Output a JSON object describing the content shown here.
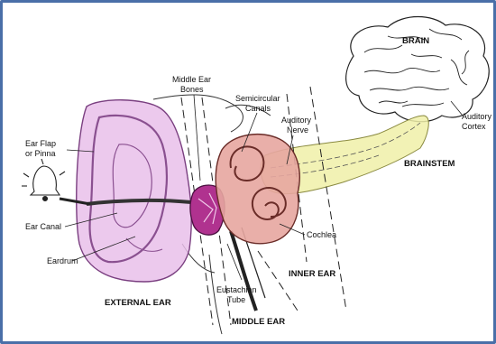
{
  "labels": {
    "brain": "BRAIN",
    "auditory_cortex": [
      "Auditory",
      "Cortex"
    ],
    "brainstem": "BRAINSTEM",
    "middle_ear_bones": [
      "Middle Ear",
      "Bones"
    ],
    "semicircular_canals": [
      "Semicircular",
      "Canals"
    ],
    "auditory_nerve": [
      "Auditory",
      "Nerve"
    ],
    "ear_flap": [
      "Ear Flap",
      "or Pinna"
    ],
    "ear_canal": "Ear Canal",
    "eardrum": "Eardrum",
    "cochlea": "Cochlea",
    "inner_ear": "INNER EAR",
    "external_ear": "EXTERNAL EAR",
    "eustachian_tube": [
      "Eustachian",
      "Tube"
    ],
    "middle_ear": "MIDDLE EAR"
  },
  "colors": {
    "frame": "#4a6fa8",
    "external_ear": "#e9bfea",
    "middle_ear": "#b0328f",
    "inner_ear": "#e7a6a0",
    "auditory_pathway": "#f0f0a8"
  }
}
